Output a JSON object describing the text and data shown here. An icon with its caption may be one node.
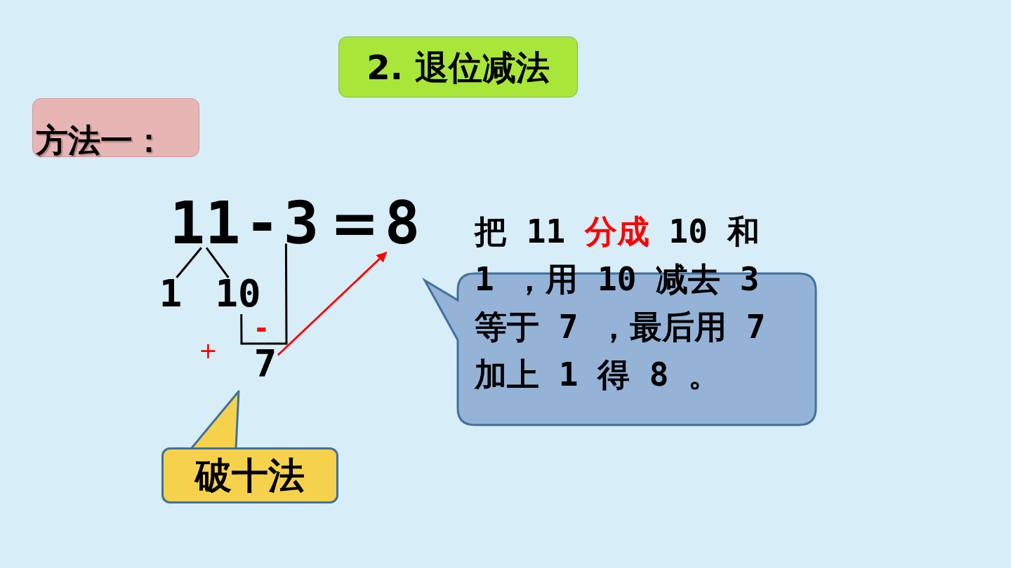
{
  "diagram": {
    "title": "2. 退位减法",
    "nodes": [
      {
        "text": [
          "方法一："
        ]
      },
      {
        "text": [
          "11"
        ]
      },
      {
        "text": [
          "3"
        ]
      },
      {
        "text": [
          "8"
        ]
      },
      {
        "text": [
          "1"
        ]
      },
      {
        "text": [
          "10"
        ]
      },
      {
        "text": [
          "7"
        ]
      },
      {
        "text": [
          "破十法"
        ]
      },
      {
        "text": [],
        "shape": "box"
      },
      {
        "text": [
          "把 11 **分成** 10 和 1 ，用 10 减去 3 等于 7 ，最后用 7 加上 1 得 8 。"
        ]
      }
    ],
    "edges": [
      {
        "from": 1,
        "to": 4,
        "arrow": "none"
      },
      {
        "from": 1,
        "to": 5,
        "arrow": "none"
      },
      {
        "from": 5,
        "to": 6,
        "arrow": "none"
      },
      {
        "from": 2,
        "to": 6,
        "arrow": "none"
      },
      {
        "from": 6,
        "to": 3,
        "arrow": "to",
        "color": "#ff0000"
      }
    ],
    "labels": [
      "-",
      "=",
      "-",
      "+"
    ]
  }
}
